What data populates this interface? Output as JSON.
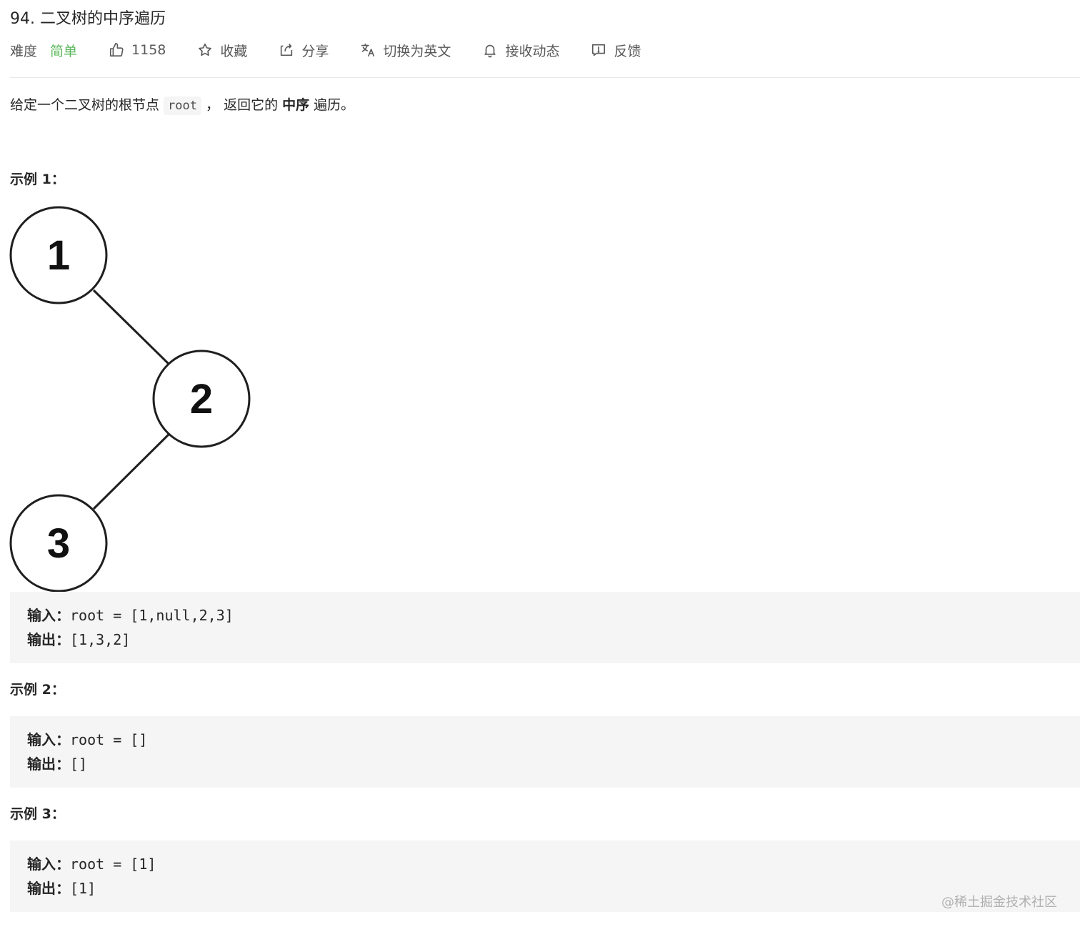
{
  "problem": {
    "title": "94. 二叉树的中序遍历",
    "difficulty_label": "难度",
    "difficulty_value": "简单",
    "difficulty_color": "#5cb85c",
    "likes": "1158",
    "actions": {
      "favorite": "收藏",
      "share": "分享",
      "switch_lang": "切换为英文",
      "subscribe": "接收动态",
      "feedback": "反馈"
    }
  },
  "description": {
    "before": "给定一个二叉树的根节点 ",
    "code": "root",
    "middle": " ， 返回它的 ",
    "bold": "中序",
    "after": " 遍历。"
  },
  "examples": [
    {
      "title": "示例 1：",
      "input_label": "输入：",
      "input_value": "root = [1,null,2,3]",
      "output_label": "输出：",
      "output_value": "[1,3,2]"
    },
    {
      "title": "示例 2：",
      "input_label": "输入：",
      "input_value": "root = []",
      "output_label": "输出：",
      "output_value": "[]"
    },
    {
      "title": "示例 3：",
      "input_label": "输入：",
      "input_value": "root = [1]",
      "output_label": "输出：",
      "output_value": "[1]"
    }
  ],
  "tree_nodes": [
    "1",
    "2",
    "3"
  ],
  "watermark": "@稀土掘金技术社区"
}
